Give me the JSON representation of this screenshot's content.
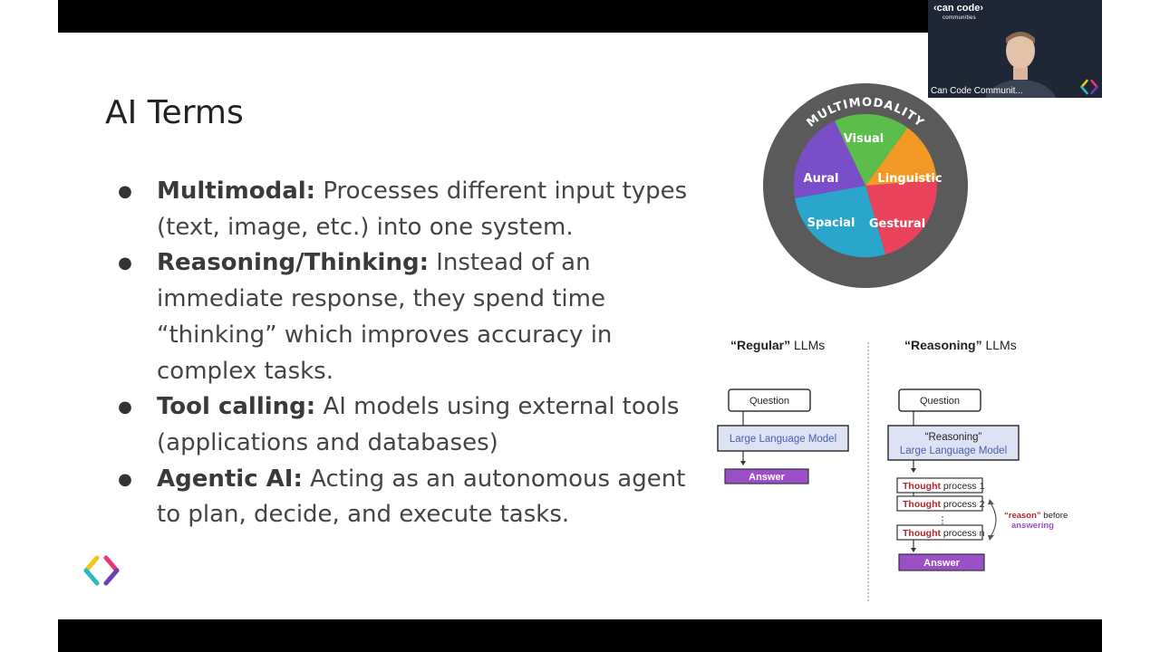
{
  "slide": {
    "title": "AI Terms",
    "bullets": [
      {
        "term": "Multimodal:",
        "text": "Processes different input types (text, image, etc.) into one system."
      },
      {
        "term": "Reasoning/Thinking:",
        "text": "Instead of an immediate response, they spend time “thinking” which improves accuracy in complex tasks."
      },
      {
        "term": "Tool calling:",
        "text": "AI models using external tools (applications and databases)"
      },
      {
        "term": "Agentic AI:",
        "text": "Acting as an autonomous agent to plan, decide, and execute tasks."
      }
    ]
  },
  "wheel": {
    "ring_label": "MULTIMODALITY",
    "segments": [
      "Visual",
      "Linguistic",
      "Gestural",
      "Spacial",
      "Aural"
    ],
    "colors": {
      "visual": "#5bbd4a",
      "linguistic": "#f29a25",
      "gestural": "#e8435b",
      "spacial": "#2aa6cc",
      "aural": "#7a4ec9",
      "ring": "#5a5a5a"
    }
  },
  "diagram": {
    "left": {
      "title_bold": "“Regular”",
      "title_rest": " LLMs",
      "question": "Question",
      "model": "Large Language Model",
      "answer": "Answer"
    },
    "right": {
      "title_bold": "“Reasoning”",
      "title_rest": " LLMs",
      "question": "Question",
      "model_line1": "“Reasoning”",
      "model_line2": "Large Language Model",
      "thought_word": "Thought",
      "thoughts": [
        " process 1",
        " process 2",
        " process n"
      ],
      "ellipsis": "⋮",
      "note_bold": "“reason”",
      "note_rest": " before",
      "note_line2": "answering",
      "answer": "Answer"
    },
    "colors": {
      "model_fill": "#dde3f5",
      "model_text": "#4a5fa8",
      "answer_fill": "#9b4fc6",
      "thought_word": "#b5252b",
      "note_accent": "#9b4fc6"
    }
  },
  "webcam": {
    "brand": "can code",
    "brand_sub": "communities",
    "name": "Can Code Communit..."
  },
  "brand_colors": {
    "yellow": "#f6c21c",
    "teal": "#2bb9c8",
    "pink": "#e8367a",
    "purple": "#6b3fb2"
  }
}
